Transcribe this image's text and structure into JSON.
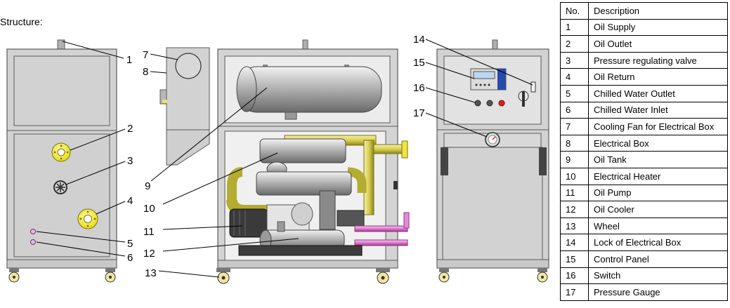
{
  "heading": "Structure:",
  "table": {
    "headers": [
      "No.",
      "Description"
    ],
    "rows": [
      {
        "no": "1",
        "desc": "Oil Supply"
      },
      {
        "no": "2",
        "desc": "Oil Outlet"
      },
      {
        "no": "3",
        "desc": "Pressure regulating valve"
      },
      {
        "no": "4",
        "desc": "Oil Return"
      },
      {
        "no": "5",
        "desc": "Chilled Water Outlet"
      },
      {
        "no": "6",
        "desc": "Chilled Water Inlet"
      },
      {
        "no": "7",
        "desc": "Cooling Fan for Electrical Box"
      },
      {
        "no": "8",
        "desc": "Electrical Box"
      },
      {
        "no": "9",
        "desc": "Oil Tank"
      },
      {
        "no": "10",
        "desc": "Electrical Heater"
      },
      {
        "no": "11",
        "desc": "Oil Pump"
      },
      {
        "no": "12",
        "desc": "Oil Cooler"
      },
      {
        "no": "13",
        "desc": "Wheel"
      },
      {
        "no": "14",
        "desc": "Lock of Electrical Box"
      },
      {
        "no": "15",
        "desc": "Control Panel"
      },
      {
        "no": "16",
        "desc": "Switch"
      },
      {
        "no": "17",
        "desc": "Pressure Gauge"
      }
    ]
  },
  "callouts": [
    "1",
    "2",
    "3",
    "4",
    "5",
    "6",
    "7",
    "8",
    "9",
    "10",
    "11",
    "12",
    "13",
    "14",
    "15",
    "16",
    "17"
  ],
  "colors": {
    "body_fill": "#d2d2d2",
    "body_stroke": "#5a5a5a",
    "flange_yellow": "#f2ea1e",
    "pipe_yellow": "#e4dc6a",
    "pipe_pink": "#e68ad8",
    "steel": "#a8a8a8",
    "switch_red": "#e02020",
    "panel_blue": "#2a4aa8"
  }
}
